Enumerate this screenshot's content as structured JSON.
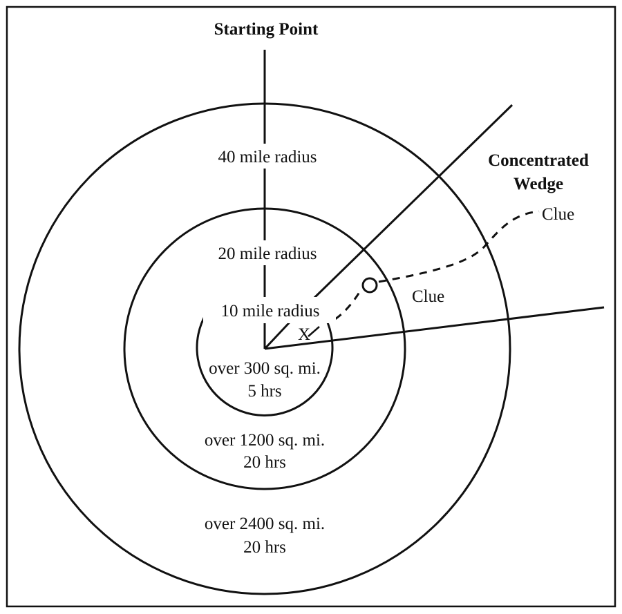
{
  "labels": {
    "start": "Starting Point",
    "wedge_line1": "Concentrated",
    "wedge_line2": "Wedge",
    "r40": "40 mile radius",
    "r20": "20 mile radius",
    "r10": "10 mile radius",
    "clue_outer": "Clue",
    "clue_inner": "Clue",
    "x_mark": "X",
    "zone_inner_area": "over 300 sq. mi.",
    "zone_inner_time": "5 hrs",
    "zone_mid_area": "over 1200 sq. mi.",
    "zone_mid_time": "20 hrs",
    "zone_outer_area": "over 2400 sq. mi.",
    "zone_outer_time": "20 hrs"
  }
}
